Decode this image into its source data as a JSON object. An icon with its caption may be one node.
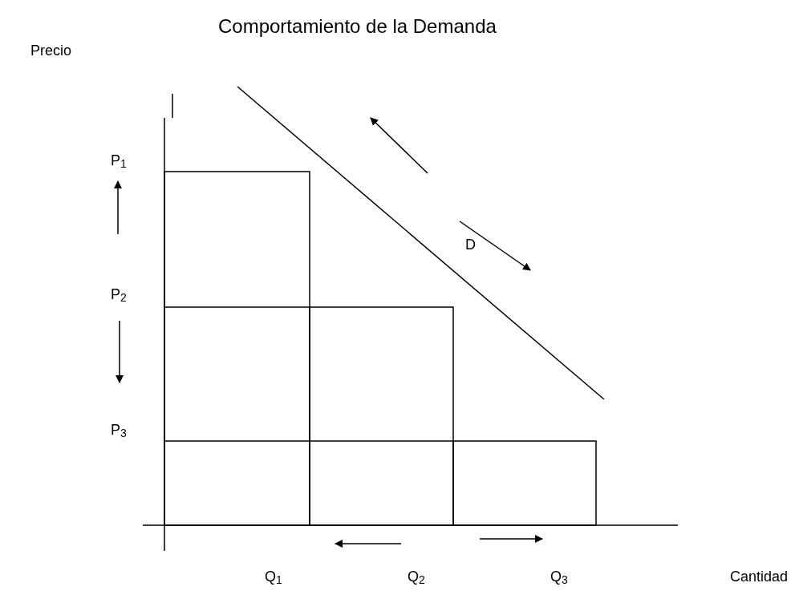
{
  "diagram": {
    "title": "Comportamiento de la Demanda",
    "labels": [
      "Precio",
      "P$_{1}$",
      "D",
      "P$_{2}$",
      "P$_{3}$",
      "Q$_{1}$",
      "Q$_{2}$",
      "Q$_{3}$",
      "Cantidad"
    ]
  }
}
